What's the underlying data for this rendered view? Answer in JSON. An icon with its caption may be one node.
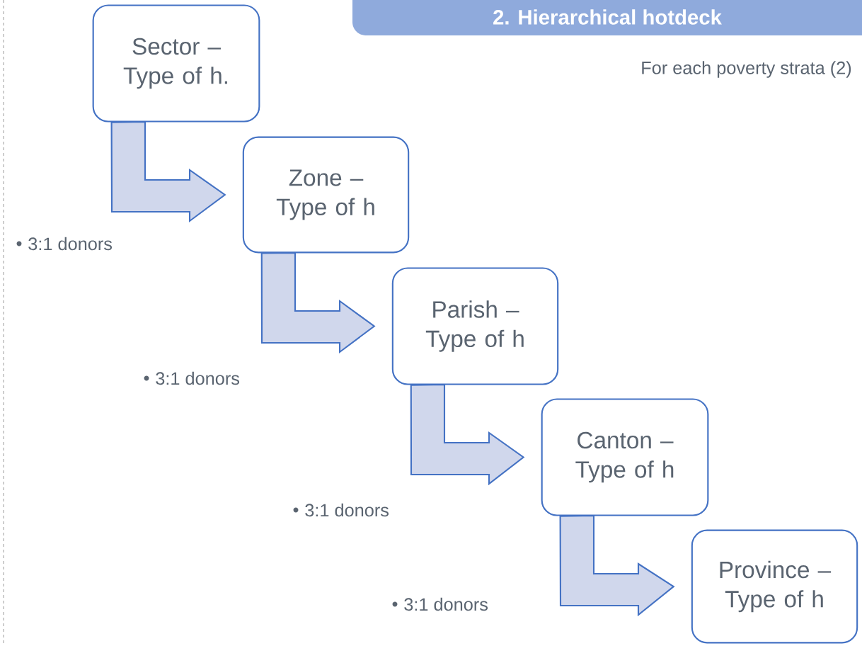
{
  "diagram": {
    "title": "2. Hierarchical hotdeck",
    "nodes": [
      {
        "text": [
          "Sector – Type of h."
        ]
      },
      {
        "text": [
          "Zone – Type of h"
        ]
      },
      {
        "text": [
          "Parish – Type of h"
        ]
      },
      {
        "text": [
          "Canton – Type of h"
        ]
      },
      {
        "text": [
          "Province – Type of h"
        ]
      }
    ],
    "edges": [
      {
        "from": 0,
        "to": 1,
        "arrow": "to"
      },
      {
        "from": 1,
        "to": 2,
        "arrow": "to"
      },
      {
        "from": 2,
        "to": 3,
        "arrow": "to"
      },
      {
        "from": 3,
        "to": 4,
        "arrow": "to"
      }
    ],
    "labels": [
      "For each poverty strata (2)",
      "3:1 donors",
      "3:1 donors",
      "3:1 donors",
      "3:1 donors"
    ]
  }
}
